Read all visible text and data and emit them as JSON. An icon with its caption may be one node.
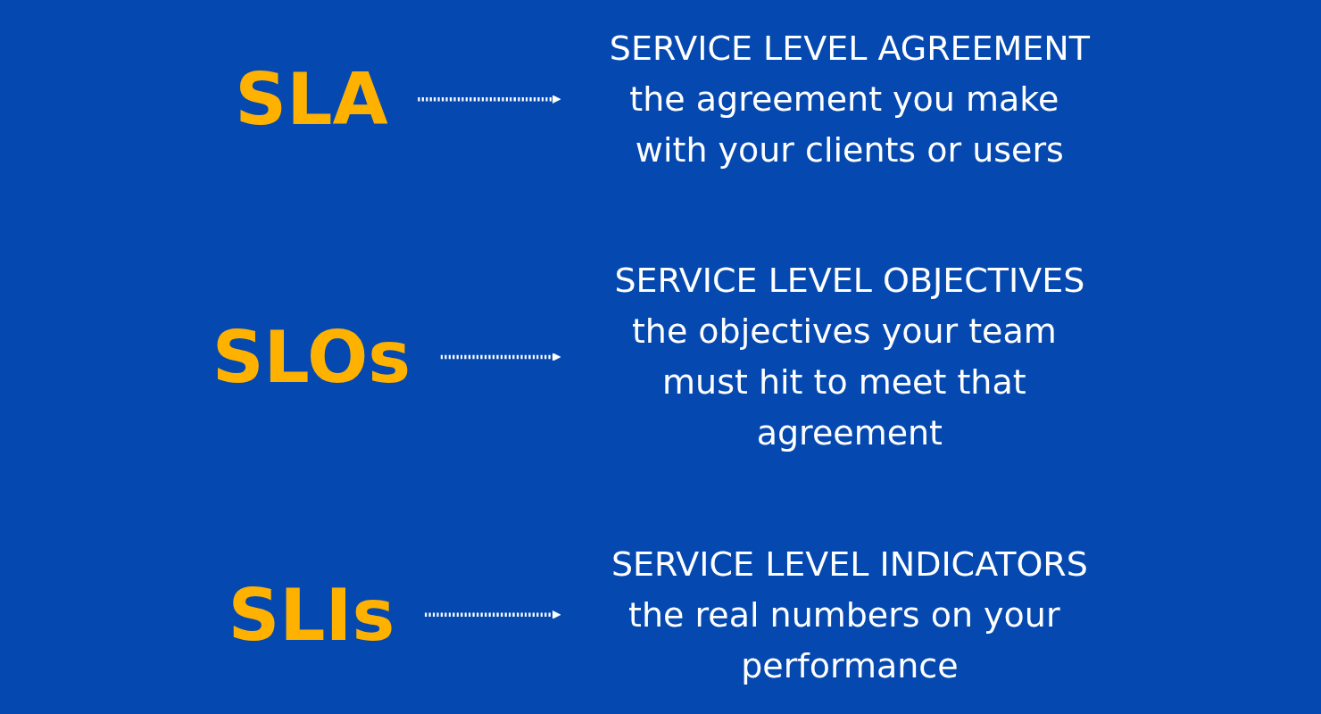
{
  "diagram": {
    "nodes": [
      {
        "text": [
          "SLA"
        ]
      },
      {
        "text": [
          "SERVICE LEVEL AGREEMENT",
          "the agreement you make with your clients or users"
        ]
      },
      {
        "text": [
          "SLOs"
        ]
      },
      {
        "text": [
          "SERVICE LEVEL OBJECTIVES",
          "the objectives your team must hit to meet that agreement"
        ]
      },
      {
        "text": [
          "SLIs"
        ]
      },
      {
        "text": [
          "SERVICE LEVEL INDICATORS",
          "the real numbers on your performance"
        ]
      }
    ],
    "edges": [
      {
        "from": 0,
        "to": 1,
        "arrow": "to",
        "style": "dashed"
      },
      {
        "from": 2,
        "to": 3,
        "arrow": "to",
        "style": "dashed"
      },
      {
        "from": 4,
        "to": 5,
        "arrow": "to",
        "style": "dashed"
      }
    ]
  }
}
